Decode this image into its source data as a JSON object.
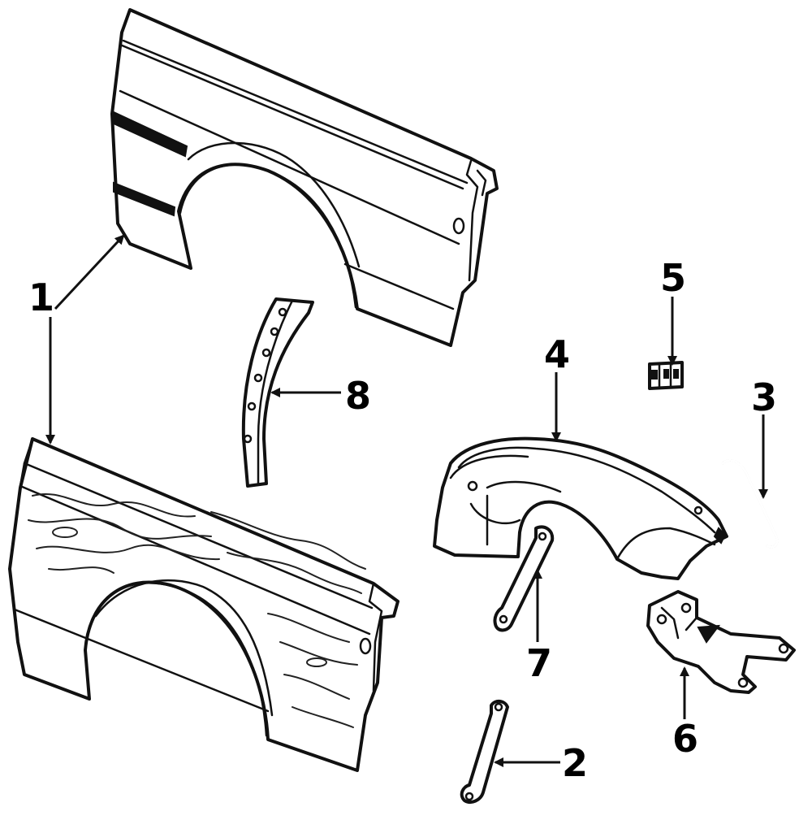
{
  "callouts": [
    {
      "id": "1",
      "label": "1"
    },
    {
      "id": "2",
      "label": "2"
    },
    {
      "id": "3",
      "label": "3"
    },
    {
      "id": "4",
      "label": "4"
    },
    {
      "id": "5",
      "label": "5"
    },
    {
      "id": "6",
      "label": "6"
    },
    {
      "id": "7",
      "label": "7"
    },
    {
      "id": "8",
      "label": "8"
    }
  ],
  "parts": [
    {
      "callout": "1",
      "icon": "fender-icon"
    },
    {
      "callout": "2",
      "icon": "brace-icon"
    },
    {
      "callout": "3",
      "icon": "rod-icon"
    },
    {
      "callout": "4",
      "icon": "wheelhouse-panel-icon"
    },
    {
      "callout": "5",
      "icon": "clip-icon"
    },
    {
      "callout": "6",
      "icon": "bracket-icon"
    },
    {
      "callout": "7",
      "icon": "brace-icon"
    },
    {
      "callout": "8",
      "icon": "molding-icon"
    }
  ],
  "colors": {
    "line": "#111111",
    "background": "#ffffff"
  }
}
